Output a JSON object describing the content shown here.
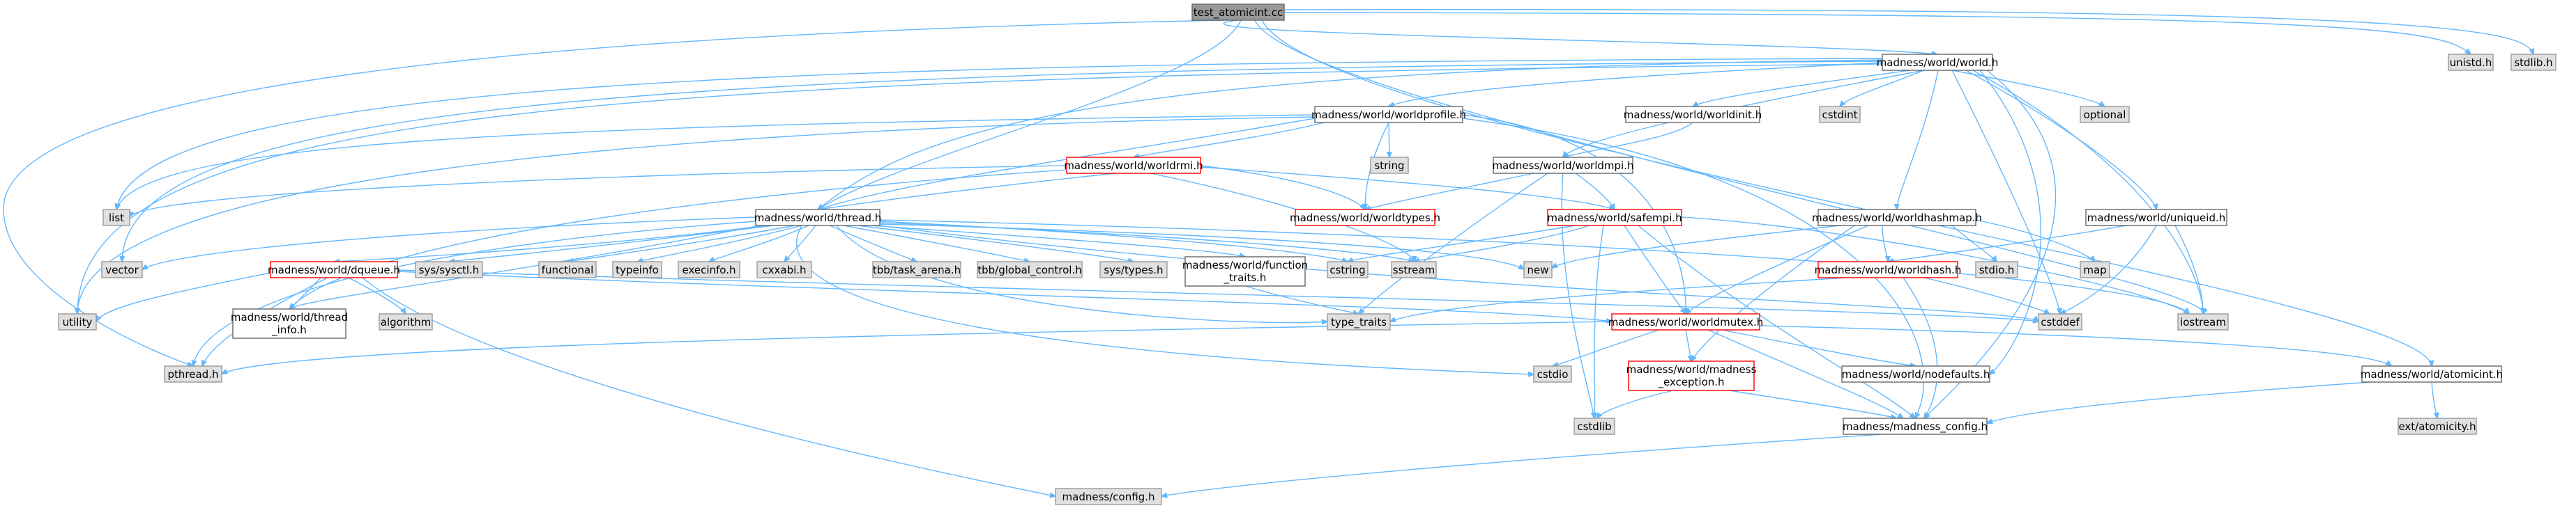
{
  "colors": {
    "edge": "#63b8ff",
    "root_fill": "#999999",
    "missing_fill": "#e0e0e0",
    "incomplete_border": "#ff0000",
    "normal_border": "#666666"
  },
  "nodes": {
    "root": "test_atomicint.cc",
    "world_h": "madness/world/world.h",
    "unistd": "unistd.h",
    "stdlib": "stdlib.h",
    "worldprofile": "madness/world/worldprofile.h",
    "worldinit": "madness/world/worldinit.h",
    "cstdint": "cstdint",
    "optional": "optional",
    "worldrmi": "madness/world/worldrmi.h",
    "string": "string",
    "worldmpi": "madness/world/worldmpi.h",
    "list": "list",
    "worldtypes": "madness/world/worldtypes.h",
    "safempi": "madness/world/safempi.h",
    "worldhashmap": "madness/world/worldhashmap.h",
    "uniqueid": "madness/world/uniqueid.h",
    "thread": "madness/world/thread.h",
    "vector": "vector",
    "dqueue": "madness/world/dqueue.h",
    "sysctl": "sys/sysctl.h",
    "functional": "functional",
    "typeinfo": "typeinfo",
    "execinfo": "execinfo.h",
    "cxxabi": "cxxabi.h",
    "task_arena": "tbb/task_arena.h",
    "global_control": "tbb/global_control.h",
    "systypes": "sys/types.h",
    "function_traits_1": "madness/world/function",
    "function_traits_2": "_traits.h",
    "cstring": "cstring",
    "sstream": "sstream",
    "new": "new",
    "worldhash": "madness/world/worldhash.h",
    "stdio": "stdio.h",
    "map": "map",
    "utility": "utility",
    "algorithm": "algorithm",
    "thread_info_1": "madness/world/thread",
    "thread_info_2": "_info.h",
    "type_traits": "type_traits",
    "worldmutex": "madness/world/worldmutex.h",
    "cstddef": "cstddef",
    "iostream": "iostream",
    "pthread": "pthread.h",
    "cstdio": "cstdio",
    "madness_exception_1": "madness/world/madness",
    "madness_exception_2": "_exception.h",
    "nodefaults": "madness/world/nodefaults.h",
    "atomicint": "madness/world/atomicint.h",
    "atomicity": "ext/atomicity.h",
    "cstdlib": "cstdlib",
    "madness_config": "madness/madness_config.h",
    "config": "madness/config.h"
  }
}
